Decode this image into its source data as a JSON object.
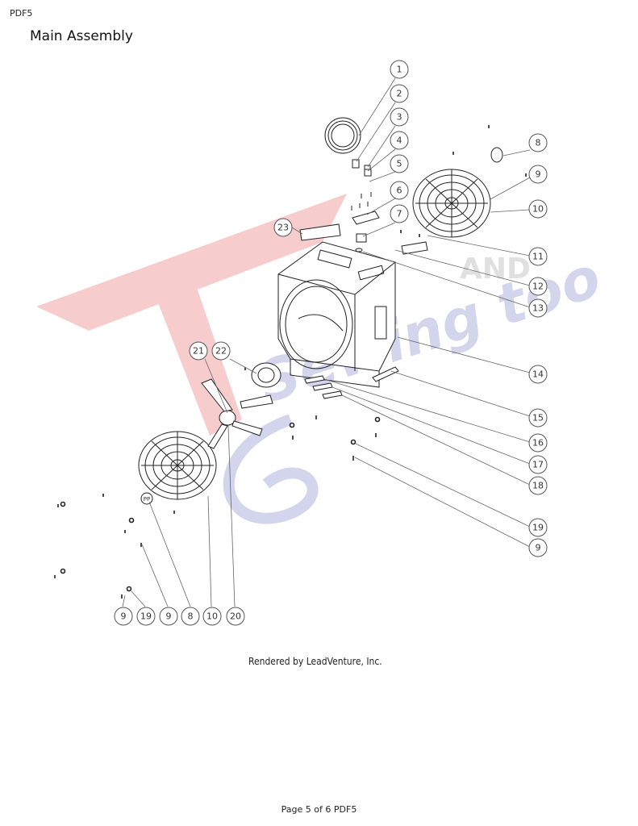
{
  "header": {
    "code": "PDF5",
    "title": "Main Assembly"
  },
  "watermark": {
    "text_top": "AND",
    "text_bottom": "Sewing too",
    "color_red": "#f2b8b8",
    "color_blue": "#c9cde6"
  },
  "credit": "Rendered by LeadVenture, Inc.",
  "footer": "Page 5 of 6 PDF5",
  "callouts": {
    "c1": "1",
    "c2": "2",
    "c3": "3",
    "c4": "4",
    "c5": "5",
    "c6": "6",
    "c7": "7",
    "c8": "8",
    "c9": "9",
    "c10": "10",
    "c11": "11",
    "c12": "12",
    "c13": "13",
    "c14": "14",
    "c15": "15",
    "c16": "16",
    "c17": "17",
    "c18": "18",
    "c19": "19",
    "c9b": "9",
    "c21": "21",
    "c22": "22",
    "c23": "23",
    "b9a": "9",
    "b19": "19",
    "b9b": "9",
    "b8": "8",
    "b10": "10",
    "b20": "20"
  },
  "part_labels": {
    "filter_tag": "PP"
  }
}
